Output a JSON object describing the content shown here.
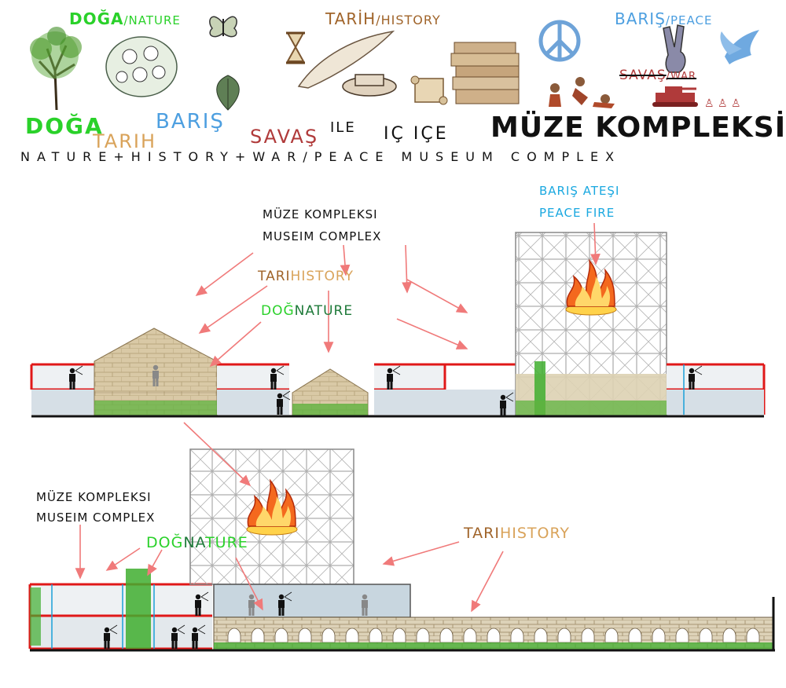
{
  "header": {
    "doga_nature": {
      "tr": "DOĞA",
      "en": "/NATURE"
    },
    "tarih_history": {
      "tr": "TARİH",
      "en": "/HISTORY"
    },
    "baris_peace": {
      "tr": "BARIŞ",
      "en": "/PEACE"
    },
    "savas_war": {
      "tr": "SAVAŞ",
      "en": "/WAR"
    },
    "title_words": {
      "doga": "DOĞA",
      "tarih": "TARIH",
      "baris": "BARIŞ",
      "savas": "SAVAŞ",
      "ile": "ILE",
      "ic_ice": "IÇ IÇE",
      "muze": "MÜZE KOMPLEKSİ"
    },
    "subtitle": "NATURE+HISTORY+WAR/PEACE MUSEUM COMPLEX"
  },
  "section_top": {
    "label_tr": "MÜZE KOMPLEKSI",
    "label_en": "MUSEIM COMPLEX",
    "history": {
      "a": "TARI",
      "b": "HISTORY"
    },
    "nature": {
      "a": "DOĞ",
      "b": "NATURE"
    },
    "peace_tr": "BARIŞ ATEŞI",
    "peace_en": "PEACE FIRE"
  },
  "section_bottom": {
    "label_tr": "MÜZE KOMPLEKSI",
    "label_en": "MUSEIM COMPLEX",
    "nature": {
      "a": "DOĞ",
      "b": "NA",
      "c": "TURE"
    },
    "history": {
      "a": "TARI",
      "b": "HISTORY"
    }
  },
  "colors": {
    "nature_green": "#2ad12a",
    "history_brown": "#a0642a",
    "history_tan": "#d9a35a",
    "peace_blue": "#4d9fe0",
    "war_red": "#b03a3a",
    "arrow_red": "#f07a7a",
    "frame_red": "#e01818",
    "stone": "#d8c8a4",
    "ivy": "#3fae2f",
    "glass": "#cfd9e0"
  },
  "icons": [
    "tree-icon",
    "butterfly-icon",
    "flower-bush-icon",
    "leaf-icon",
    "hourglass-icon",
    "quill-inkwell-icon",
    "scroll-icon",
    "books-icon",
    "peace-symbol-icon",
    "peace-hand-icon",
    "dove-icon",
    "warriors-icon",
    "tank-icon",
    "fire-icon",
    "person-icon"
  ]
}
